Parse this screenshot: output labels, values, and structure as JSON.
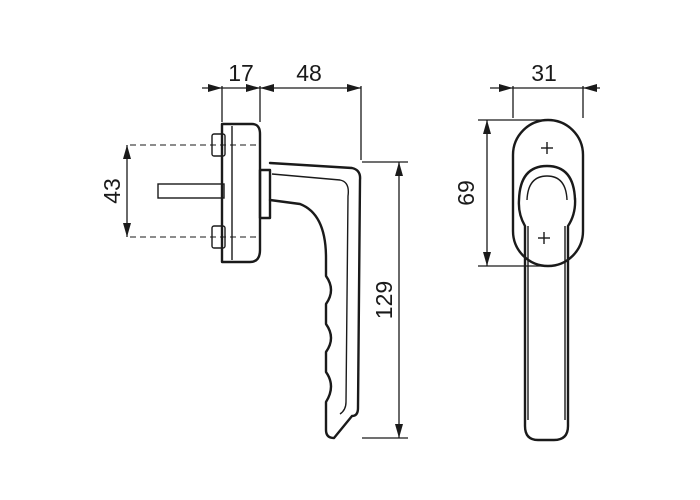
{
  "dimensions": {
    "rosette_depth": "17",
    "handle_reach": "48",
    "screw_spacing": "43",
    "handle_length": "129",
    "rosette_width": "31",
    "rosette_height": "69"
  }
}
